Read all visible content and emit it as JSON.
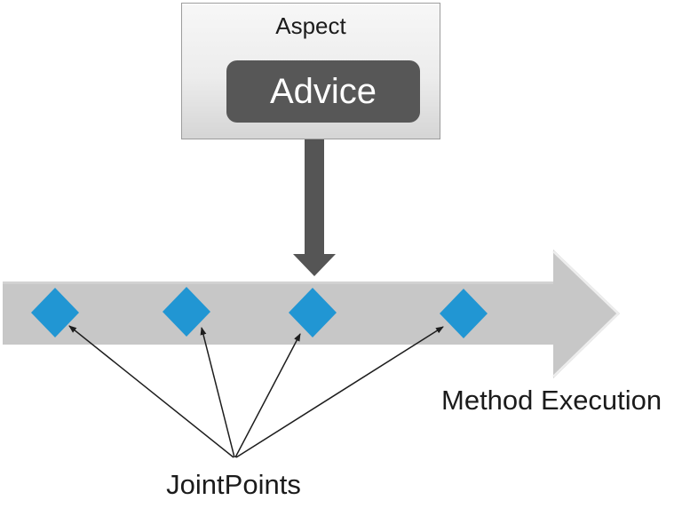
{
  "aspect_box": {
    "title": "Aspect",
    "advice_label": "Advice"
  },
  "timeline": {
    "label": "Method Execution",
    "jointpoints_label": "JointPoints",
    "jointpoint_count": 4
  },
  "colors": {
    "diamond_blue": "#2196d3",
    "timeline_gray": "#c7c7c7",
    "timeline_highlight": "#ededed",
    "down_arrow_gray": "#555555",
    "advice_dark_gray": "#575757",
    "fan_arrow_black": "#1d1d1d",
    "aspect_box_border": "#9c9c9c",
    "text_color": "#1b1b1b"
  }
}
